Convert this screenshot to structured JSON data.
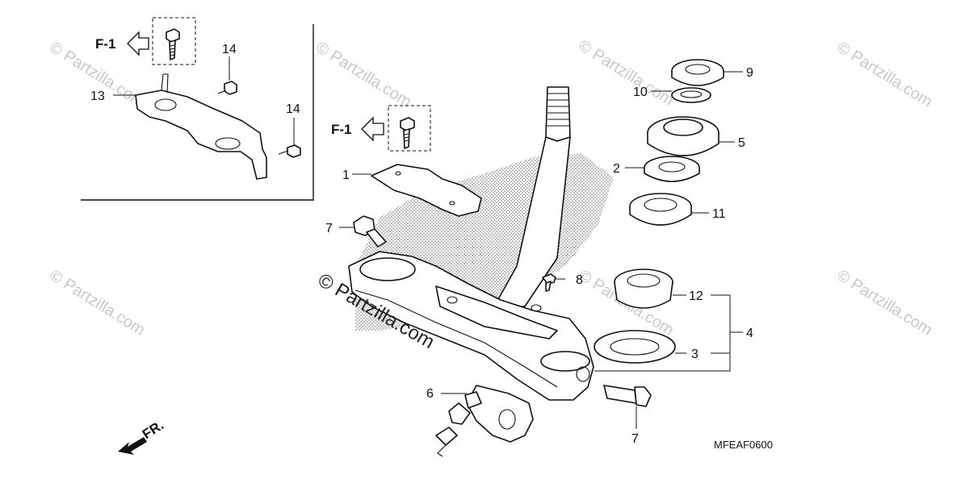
{
  "diagram": {
    "code": "MFEAF0600",
    "fr_label": "FR.",
    "f1_label": "F-1",
    "watermark": "© Partzilla.com",
    "callouts": {
      "c1": "1",
      "c2": "2",
      "c3": "3",
      "c4": "4",
      "c5": "5",
      "c6": "6",
      "c7a": "7",
      "c7b": "7",
      "c8": "8",
      "c9": "9",
      "c10": "10",
      "c11": "11",
      "c12": "12",
      "c13": "13",
      "c14a": "14",
      "c14b": "14"
    }
  }
}
